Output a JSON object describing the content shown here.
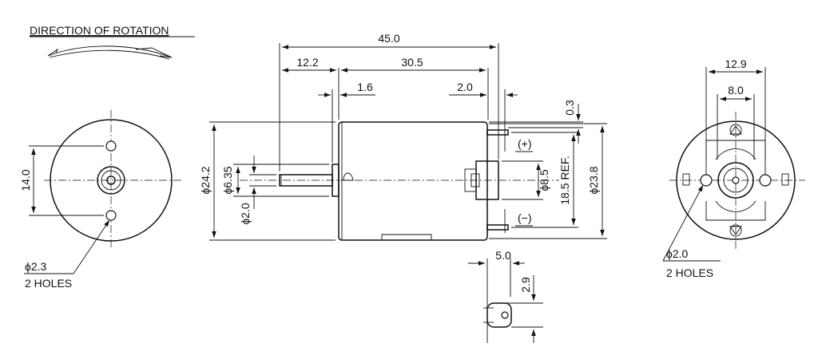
{
  "title": "DIRECTION OF ROTATION",
  "front_view": {
    "dim_hole_spacing": "14.0",
    "hole_callout_dia": "ϕ2.3",
    "hole_callout_count": "2 HOLES"
  },
  "side_view": {
    "dim_overall_length": "45.0",
    "dim_shaft_length": "12.2",
    "dim_body_length": "30.5",
    "dim_boss_length": "1.6",
    "dim_terminal_offset": "2.0",
    "dim_terminal_gap": "0.3",
    "dim_body_dia": "ϕ24.2",
    "dim_boss_dia": "ϕ6.35",
    "dim_shaft_dia": "ϕ2.0",
    "dim_rear_boss_dia": "ϕ8.5",
    "dim_terminal_span": "18.5 REF.",
    "dim_end_cap_dia": "ϕ23.8",
    "polarity_plus": "(+)",
    "polarity_minus": "(−)"
  },
  "terminal_detail": {
    "dim_width": "5.0",
    "dim_height": "2.9"
  },
  "rear_view": {
    "dim_outer": "12.9",
    "dim_inner": "8.0",
    "hole_callout_dia": "ϕ2.0",
    "hole_callout_count": "2 HOLES"
  }
}
